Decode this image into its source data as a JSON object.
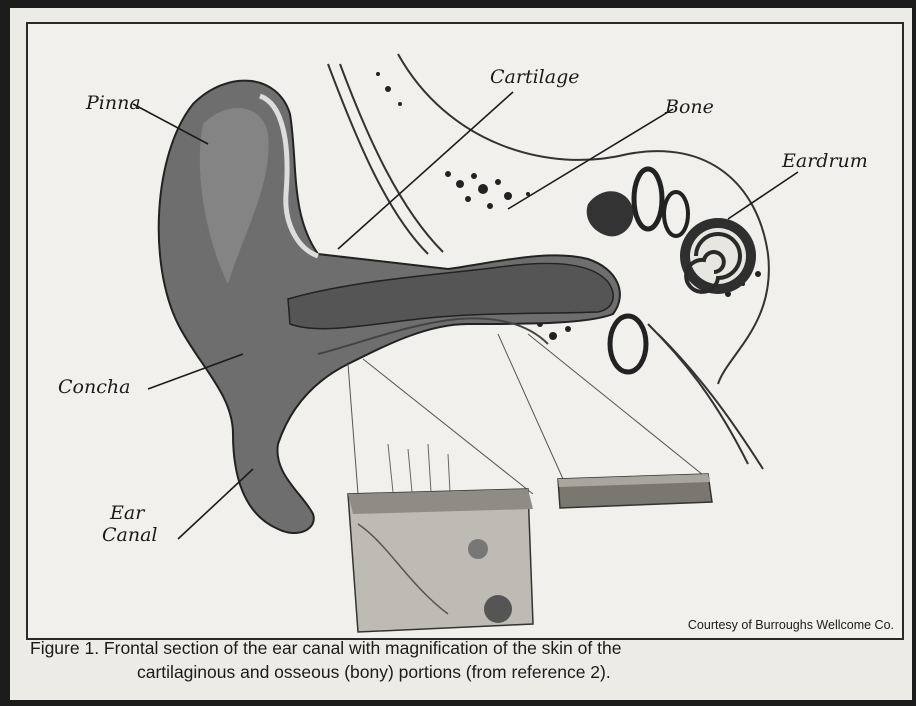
{
  "labels": {
    "pinna": "Pinna",
    "cartilage": "Cartilage",
    "bone": "Bone",
    "eardrum": "Eardrum",
    "concha": "Concha",
    "ear_canal_line1": "Ear",
    "ear_canal_line2": "Canal"
  },
  "credit": "Courtesy of Burroughs Wellcome Co.",
  "caption": {
    "line1": "Figure 1. Frontal section of the ear canal with magnification of the skin of the",
    "line2": "cartilaginous and osseous (bony) portions (from reference 2)."
  }
}
